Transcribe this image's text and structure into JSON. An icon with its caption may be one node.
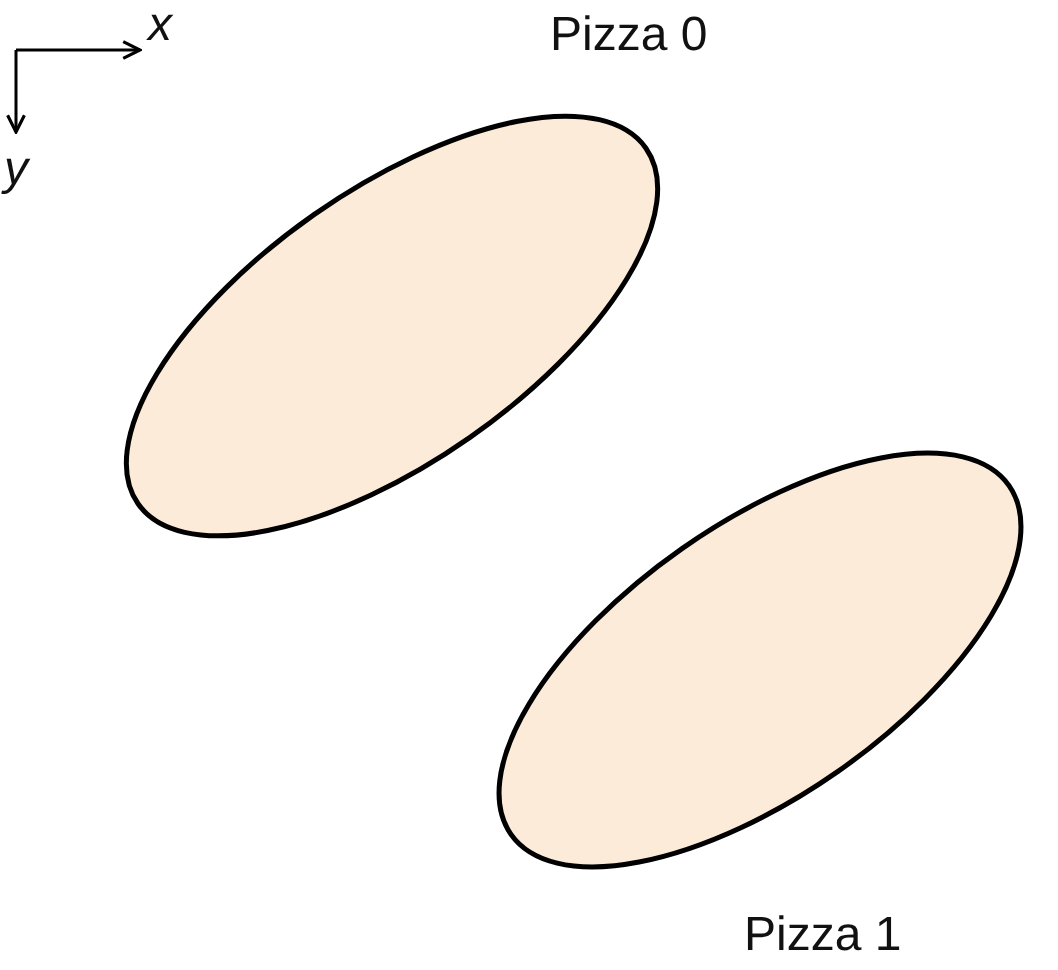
{
  "diagram": {
    "nodes": [
      {
        "text": [
          "Pizza 0"
        ]
      },
      {
        "text": [
          "Pizza 1"
        ]
      }
    ],
    "labels": [
      "x",
      "y"
    ]
  }
}
